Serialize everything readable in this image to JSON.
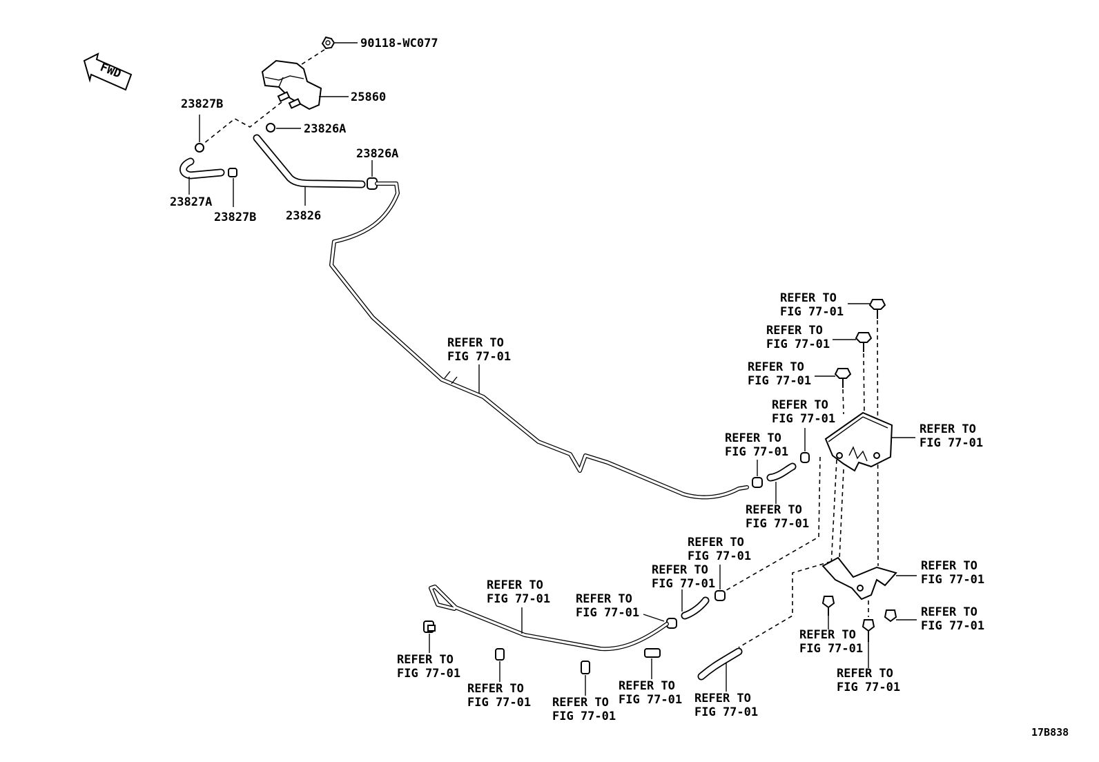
{
  "diagram": {
    "fwd_label": "FWD",
    "figure_code": "17B838",
    "callouts": {
      "nut": "90118-WC077",
      "vsv": "25860",
      "clip_23827b_top": "23827B",
      "clip_23826a_top": "23826A",
      "clip_23826a_mid": "23826A",
      "hose_23827a": "23827A",
      "clip_23827b_bottom": "23827B",
      "hose_23826": "23826"
    },
    "refer": {
      "line1": "REFER TO",
      "line2": "FIG 77-01"
    }
  }
}
